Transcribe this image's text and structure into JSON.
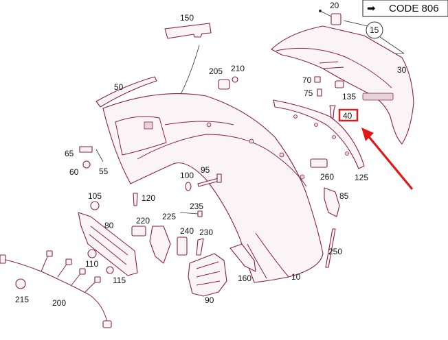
{
  "legend": {
    "arrow_glyph": "➡",
    "code_label": "CODE 806"
  },
  "circle_callout": "15",
  "highlighted_part": "40",
  "callouts": {
    "p10": "10",
    "p20": "20",
    "p30": "30",
    "p40": "40",
    "p50": "50",
    "p55": "55",
    "p60": "60",
    "p65": "65",
    "p70": "70",
    "p75": "75",
    "p80": "80",
    "p85": "85",
    "p90": "90",
    "p95": "95",
    "p100": "100",
    "p105": "105",
    "p110": "110",
    "p115": "115",
    "p120": "120",
    "p125": "125",
    "p135": "135",
    "p150": "150",
    "p160": "160",
    "p200": "200",
    "p205": "205",
    "p210": "210",
    "p215": "215",
    "p220": "220",
    "p225": "225",
    "p230": "230",
    "p235": "235",
    "p240": "240",
    "p250": "250",
    "p260": "260"
  },
  "colors": {
    "line": "#8a2040",
    "highlight": "#e01818",
    "text": "#111111"
  }
}
